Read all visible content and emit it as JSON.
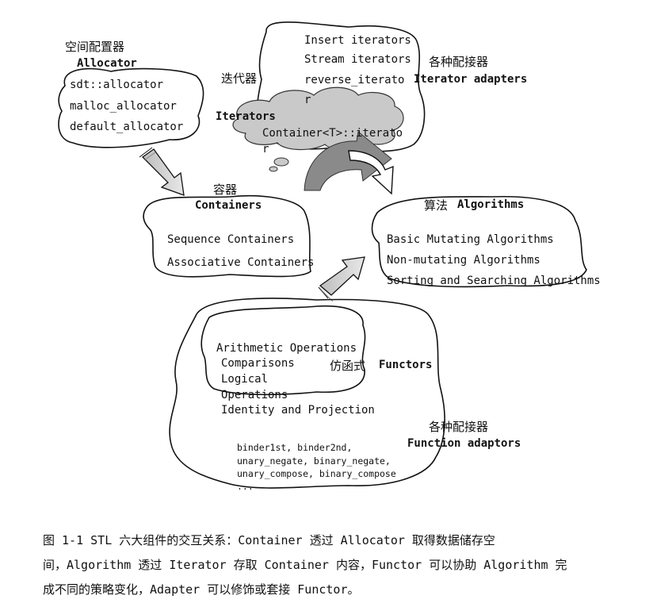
{
  "allocator": {
    "title_cn": "空间配置器",
    "title_en": "Allocator",
    "items": [
      "sdt::allocator",
      "malloc_allocator",
      "default_allocator"
    ]
  },
  "iterators": {
    "title_cn": "迭代器",
    "title_en": "Iterators",
    "item_line1": "Container<T>::iterato",
    "item_line2": "r"
  },
  "iterator_adapters": {
    "items": [
      "Insert iterators",
      "Stream iterators",
      "reverse_iterato",
      "r"
    ],
    "title_cn": "各种配接器",
    "title_en": "Iterator adapters"
  },
  "containers": {
    "title_cn": "容器",
    "title_en": "Containers",
    "items": [
      "Sequence Containers",
      "Associative Containers"
    ]
  },
  "algorithms": {
    "title_cn": "算法",
    "title_en": "Algorithms",
    "items": [
      "Basic Mutating Algorithms",
      "Non-mutating Algorithms",
      "Sorting and Searching Algorithms"
    ]
  },
  "functors": {
    "title_cn": "仿函式",
    "title_en": "Functors",
    "items": [
      "Arithmetic Operations",
      "Comparisons",
      "Logical",
      "Operations",
      "Identity and Projection"
    ]
  },
  "function_adaptors": {
    "title_cn": "各种配接器",
    "title_en": "Function adaptors",
    "items": [
      "binder1st, binder2nd,",
      "unary_negate, binary_negate,",
      "unary_compose, binary_compose",
      "..."
    ]
  },
  "caption": {
    "line1": "图 1-1    STL 六大组件的交互关系：Container 透过 Allocator 取得数据储存空",
    "line2": "间，Algorithm 透过 Iterator 存取 Container 内容，Functor 可以协助 Algorithm 完",
    "line3": "成不同的策略变化，Adapter 可以修饰或套接 Functor。"
  },
  "colors": {
    "ink": "#111111",
    "cloud_fill": "#c9c9c9",
    "arrow_fill": "#cfcfcf",
    "big_arrow": "#8a8a8a"
  }
}
